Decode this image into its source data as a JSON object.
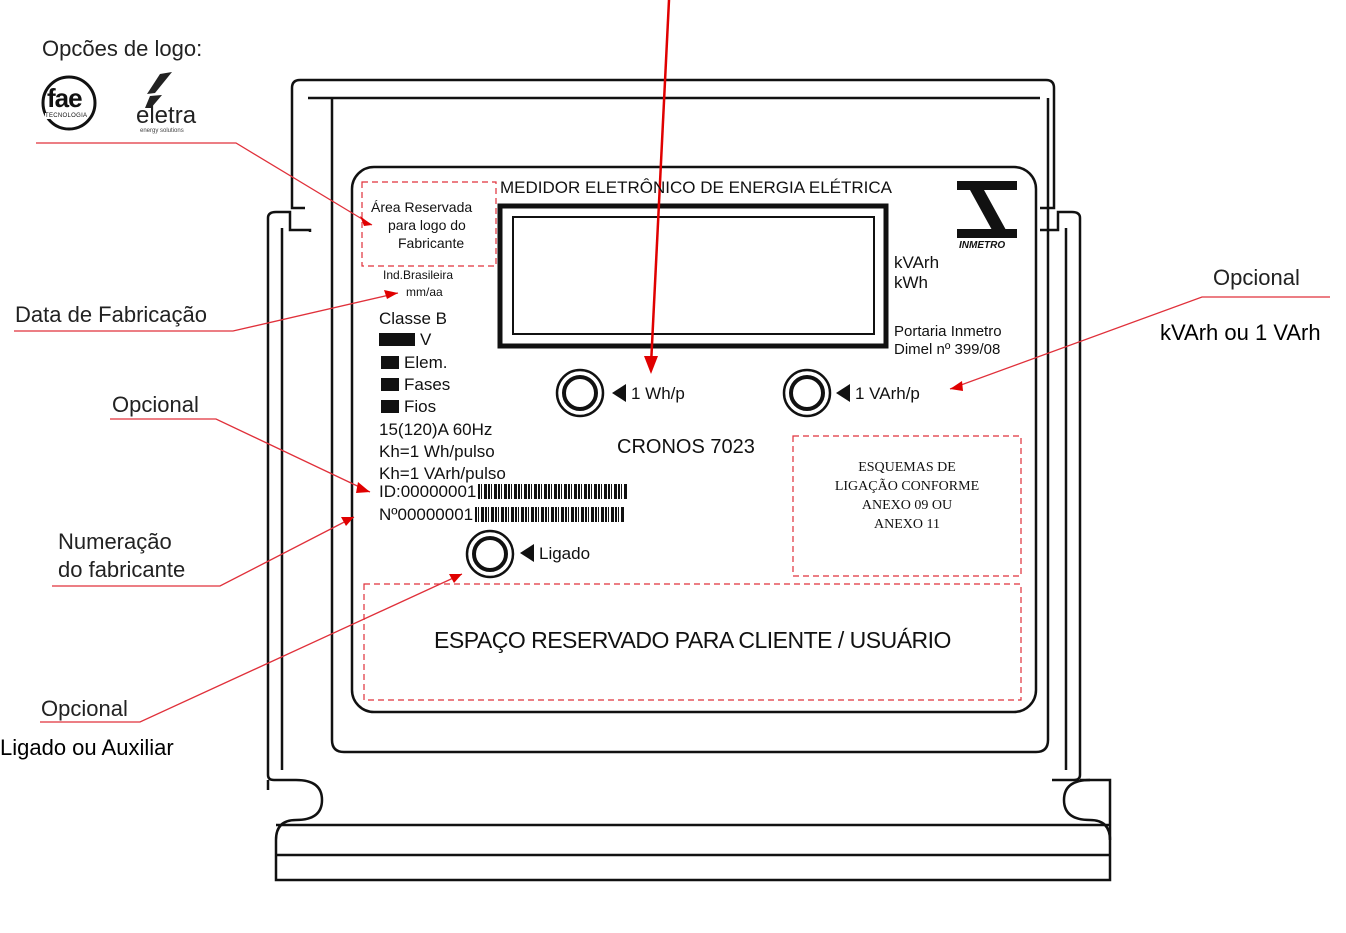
{
  "logo_options": {
    "heading": "Opcões de logo:",
    "fae": {
      "name": "fae",
      "sub": "TECNOLOGIA"
    },
    "eletra": {
      "name": "eletra",
      "sub": "energy solutions"
    }
  },
  "callouts": {
    "data_fabricacao": "Data de Fabricação",
    "opcional_id": "Opcional",
    "numeracao": [
      "Numeração",
      "do fabricante"
    ],
    "opcional_ligado": "Opcional",
    "ligado_ou_auxiliar": "Ligado ou Auxiliar",
    "opcional_right": "Opcional",
    "kvarh_ou": "kVArh ou 1 VArh"
  },
  "meter": {
    "title": "MEDIDOR ELETRÔNICO DE ENERGIA ELÉTRICA",
    "logo_area": [
      "Área Reservada",
      "para logo do",
      "Fabricante"
    ],
    "ind_brasileira": "Ind.Brasileira",
    "mm_aa": "mm/aa",
    "classe": "Classe B",
    "v": "V",
    "elem": "Elem.",
    "fases": "Fases",
    "fios": "Fios",
    "current_freq": "15(120)A  60Hz",
    "kh_wh": "Kh=1 Wh/pulso",
    "kh_varh": "Kh=1 VArh/pulso",
    "id": "ID:00000001",
    "numero": "Nº00000001",
    "ligado": "Ligado",
    "units": [
      "kVArh",
      "kWh"
    ],
    "portaria": [
      "Portaria Inmetro",
      "Dimel nº 399/08"
    ],
    "inmetro": "INMETRO",
    "led_wh": "1 Wh/p",
    "led_varh": "1 VArh/p",
    "model": "CRONOS 7023",
    "esquemas": [
      "ESQUEMAS DE",
      "LIGAÇÃO CONFORME",
      "ANEXO 09 OU",
      "ANEXO 11"
    ],
    "client_area": "ESPAÇO RESERVADO PARA CLIENTE / USUÁRIO"
  },
  "colors": {
    "callout_line": "#e0303a",
    "arrow": "#e00000",
    "outline": "#111111",
    "dashed": "#e0303a"
  }
}
